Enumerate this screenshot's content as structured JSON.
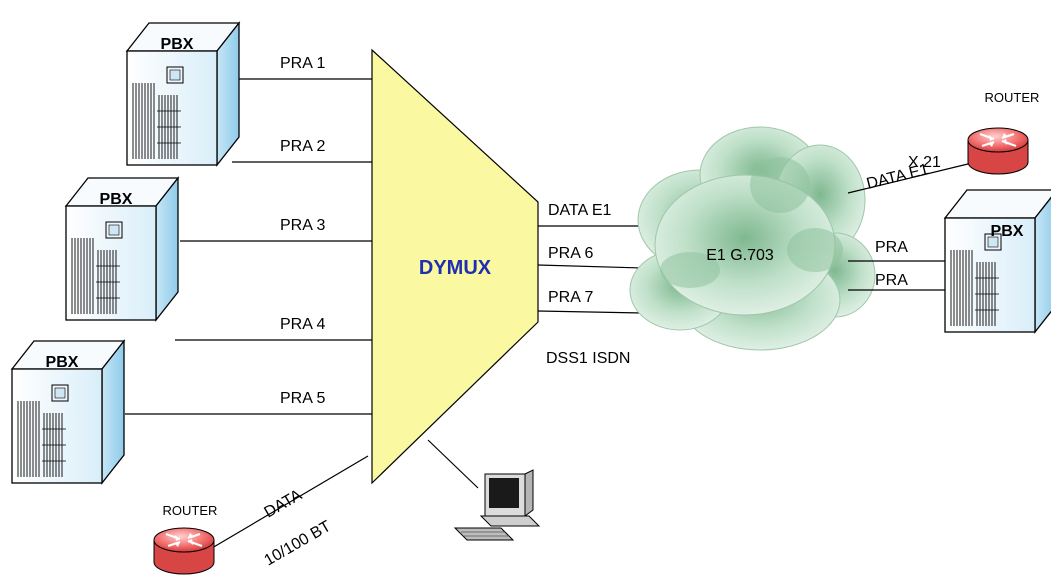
{
  "mux": {
    "label": "DYMUX",
    "label_color": "#1f2fb0",
    "fill": "#fbf8a2"
  },
  "left_pbx": [
    {
      "label": "PBX"
    },
    {
      "label": "PBX"
    },
    {
      "label": "PBX"
    }
  ],
  "pbx_colors": {
    "front": "#e9f3fb",
    "side": "#bfe3f5",
    "top": "#f6fbfe"
  },
  "pra_links": [
    "PRA 1",
    "PRA 2",
    "PRA 3",
    "PRA 4",
    "PRA 5"
  ],
  "router_left": {
    "label": "ROUTER",
    "link_top": "DATA",
    "link_bottom": "10/100 BT"
  },
  "router_color": "#f05a5a",
  "terminal": {
    "icon": "computer-terminal-icon"
  },
  "out_links": {
    "data_e1": "DATA E1",
    "pra6": "PRA 6",
    "pra7": "PRA 7",
    "note": "DSS1 ISDN"
  },
  "cloud": {
    "label": "E1 G.703",
    "color": "#bfe0c9"
  },
  "router_right": {
    "label": "ROUTER",
    "interface": "X.21",
    "link": "DATA E1"
  },
  "right_pbx": {
    "label": "PBX",
    "link1": "PRA",
    "link2": "PRA"
  }
}
